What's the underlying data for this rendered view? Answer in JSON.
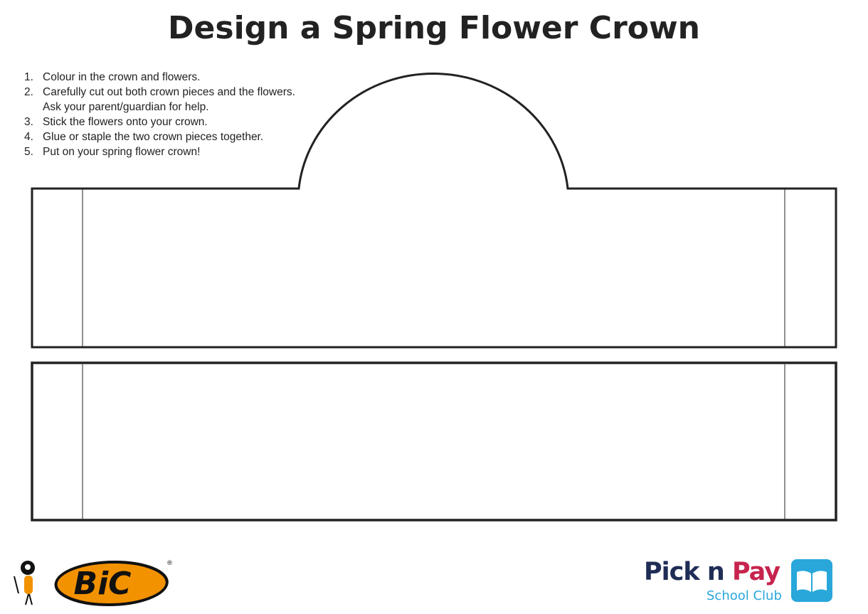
{
  "title": "Design a Spring Flower Crown",
  "instructions": [
    {
      "num": "1.",
      "text": "Colour in the crown and flowers."
    },
    {
      "num": "2.",
      "text": "Carefully cut out both crown pieces and the flowers. Ask your parent/guardian for help."
    },
    {
      "num": "3.",
      "text": "Stick the flowers onto your crown."
    },
    {
      "num": "4.",
      "text": "Glue or staple the two crown pieces together."
    },
    {
      "num": "5.",
      "text": "Put on your spring flower crown!"
    }
  ],
  "logos": {
    "bic": {
      "text": "BiC",
      "registered": "®",
      "color": "#f39200"
    },
    "pnp": {
      "pick": "Pick n ",
      "pay": "Pay",
      "sub": "School Club",
      "navy": "#1f2d56",
      "red": "#c6244e",
      "blue": "#29a7db"
    }
  }
}
